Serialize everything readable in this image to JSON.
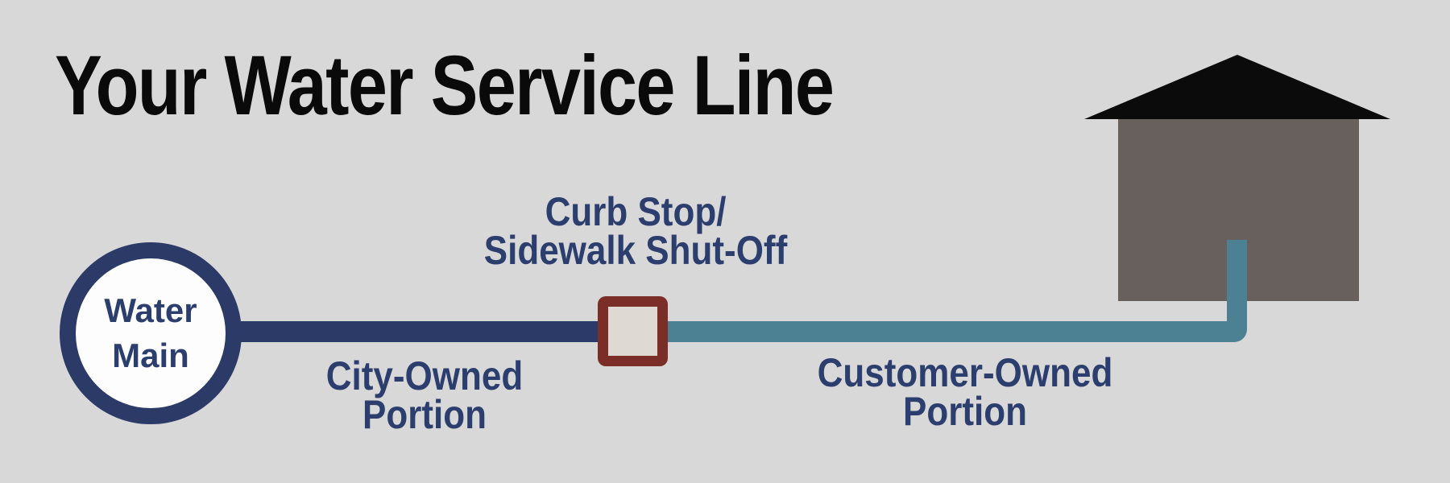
{
  "title": "Your Water Service Line",
  "colors": {
    "background": "#d8d8d8",
    "title_text": "#0a0a0a",
    "navy": "#2b3a66",
    "navy_text": "#2c3e6d",
    "teal": "#4b8193",
    "maroon": "#7b2e27",
    "square_fill": "#ded9d3",
    "house_body": "#67605c",
    "roof": "#0b0b0b",
    "circle_fill": "#fdfdfd"
  },
  "diagram": {
    "water_main": {
      "line1": "Water",
      "line2": "Main"
    },
    "curb_stop_label": {
      "line1": "Curb Stop/",
      "line2": "Sidewalk Shut-Off"
    },
    "city_label": {
      "line1": "City-Owned",
      "line2": "Portion"
    },
    "customer_label": {
      "line1": "Customer-Owned",
      "line2": "Portion"
    }
  }
}
